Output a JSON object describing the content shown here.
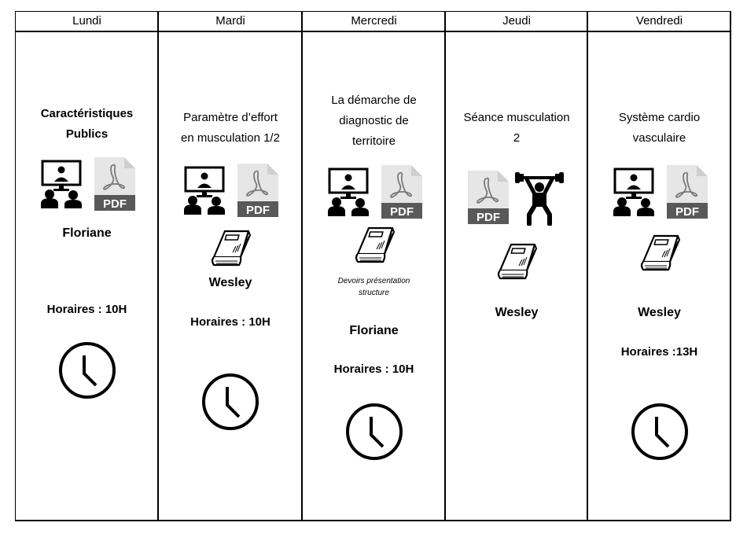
{
  "days": [
    {
      "label": "Lundi",
      "title": "Caractéristiques Publics",
      "title_lines": [
        "Caractéristiques",
        "Publics"
      ],
      "title_bold": true,
      "icons": [
        "videoconference-icon",
        "pdf-icon"
      ],
      "note_lines": [],
      "teacher": "Floriane",
      "hours": "Horaires : 10H",
      "clock": true
    },
    {
      "label": "Mardi",
      "title_lines": [
        "Paramètre d’effort",
        "en musculation 1/2"
      ],
      "title_bold": false,
      "icons": [
        "videoconference-icon",
        "pdf-icon"
      ],
      "book": true,
      "note_lines": [],
      "teacher": "Wesley",
      "hours": "Horaires : 10H",
      "clock": true
    },
    {
      "label": "Mercredi",
      "title_lines": [
        "La démarche de",
        "diagnostic de",
        "territoire"
      ],
      "title_bold": false,
      "icons": [
        "videoconference-icon",
        "pdf-icon"
      ],
      "book": true,
      "note_lines": [
        "Devoirs présentation",
        "structure"
      ],
      "teacher": "Floriane",
      "hours": "Horaires : 10H",
      "clock": true
    },
    {
      "label": "Jeudi",
      "title_lines": [
        "Séance musculation",
        "2"
      ],
      "title_bold": false,
      "icons": [
        "pdf-icon",
        "weightlifter-icon"
      ],
      "book": true,
      "note_lines": [],
      "teacher": "Wesley",
      "hours": "",
      "clock": false
    },
    {
      "label": "Vendredi",
      "title_lines": [
        "Système cardio",
        "vasculaire"
      ],
      "title_bold": false,
      "icons": [
        "videoconference-icon",
        "pdf-icon"
      ],
      "book": true,
      "note_lines": [],
      "teacher": "Wesley",
      "hours": "Horaires :13H",
      "clock": true
    }
  ],
  "pdf_label": "PDF",
  "colors": {
    "pdf_page": "#e6e6e6",
    "pdf_fold": "#cfcfcf",
    "pdf_band": "#595959",
    "ink": "#000000"
  }
}
